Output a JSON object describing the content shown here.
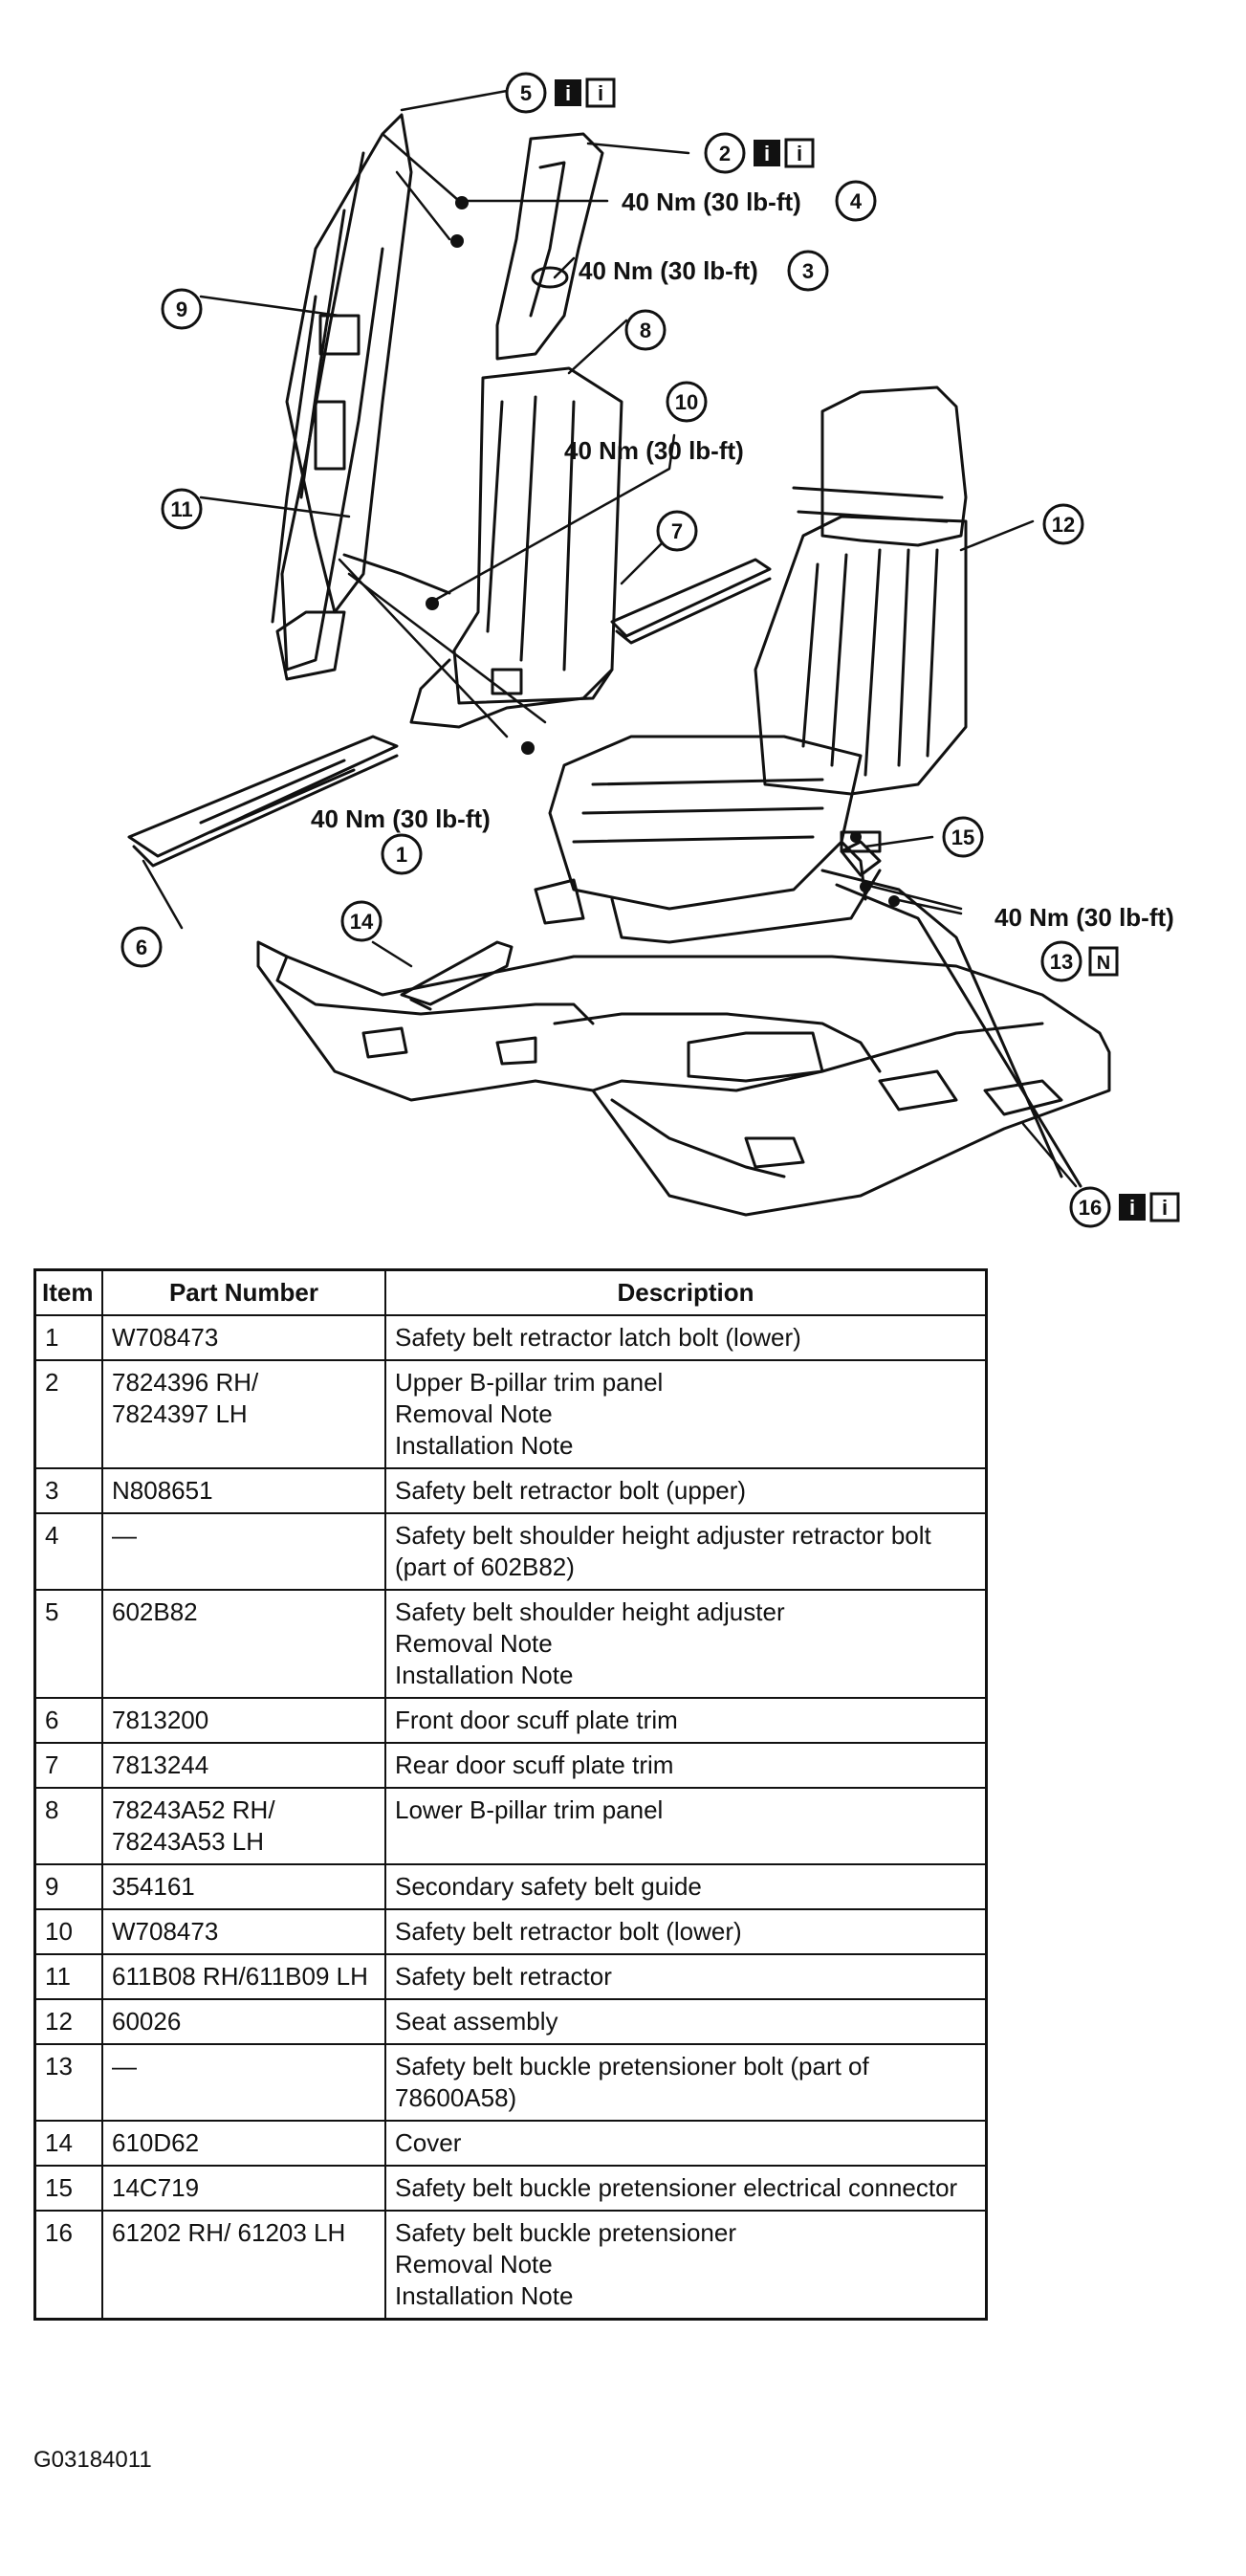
{
  "callouts": [
    {
      "num": "1",
      "torque": "40 Nm (30 lb-ft)"
    },
    {
      "num": "2",
      "info": true
    },
    {
      "num": "3",
      "torque": "40 Nm (30 lb-ft)"
    },
    {
      "num": "4",
      "torque": "40 Nm (30 lb-ft)"
    },
    {
      "num": "5",
      "info": true
    },
    {
      "num": "6"
    },
    {
      "num": "7"
    },
    {
      "num": "8"
    },
    {
      "num": "9"
    },
    {
      "num": "10",
      "torque": "40 Nm (30 lb-ft)"
    },
    {
      "num": "11"
    },
    {
      "num": "12"
    },
    {
      "num": "13",
      "torque": "40 Nm (30 lb-ft)",
      "note_badge": "N"
    },
    {
      "num": "14"
    },
    {
      "num": "15"
    },
    {
      "num": "16",
      "info": true
    }
  ],
  "info_badges": {
    "removal": "i",
    "installation": "i"
  },
  "table": {
    "headers": [
      "Item",
      "Part Number",
      "Description"
    ],
    "rows": [
      {
        "item": "1",
        "part": [
          "W708473"
        ],
        "desc": [
          "Safety belt retractor latch bolt (lower)"
        ]
      },
      {
        "item": "2",
        "part": [
          "7824396 RH/",
          "7824397 LH"
        ],
        "desc": [
          "Upper B-pillar trim panel",
          "Removal Note",
          "Installation Note"
        ]
      },
      {
        "item": "3",
        "part": [
          "N808651"
        ],
        "desc": [
          "Safety belt retractor bolt (upper)"
        ]
      },
      {
        "item": "4",
        "part": [
          "—"
        ],
        "desc": [
          "Safety belt shoulder height adjuster retractor bolt (part of 602B82)"
        ]
      },
      {
        "item": "5",
        "part": [
          "602B82"
        ],
        "desc": [
          "Safety belt shoulder height adjuster",
          "Removal Note",
          "Installation Note"
        ]
      },
      {
        "item": "6",
        "part": [
          "7813200"
        ],
        "desc": [
          "Front door scuff plate trim"
        ]
      },
      {
        "item": "7",
        "part": [
          "7813244"
        ],
        "desc": [
          "Rear door scuff plate trim"
        ]
      },
      {
        "item": "8",
        "part": [
          "78243A52 RH/",
          "78243A53 LH"
        ],
        "desc": [
          "Lower B-pillar trim panel"
        ]
      },
      {
        "item": "9",
        "part": [
          "354161"
        ],
        "desc": [
          "Secondary safety belt guide"
        ]
      },
      {
        "item": "10",
        "part": [
          "W708473"
        ],
        "desc": [
          "Safety belt retractor bolt (lower)"
        ]
      },
      {
        "item": "11",
        "part": [
          "611B08 RH/611B09 LH"
        ],
        "desc": [
          "Safety belt retractor"
        ]
      },
      {
        "item": "12",
        "part": [
          "60026"
        ],
        "desc": [
          "Seat assembly"
        ]
      },
      {
        "item": "13",
        "part": [
          "—"
        ],
        "desc": [
          "Safety belt buckle pretensioner bolt (part of 78600A58)"
        ]
      },
      {
        "item": "14",
        "part": [
          "610D62"
        ],
        "desc": [
          "Cover"
        ]
      },
      {
        "item": "15",
        "part": [
          "14C719"
        ],
        "desc": [
          "Safety belt buckle pretensioner electrical connector"
        ]
      },
      {
        "item": "16",
        "part": [
          "61202 RH/ 61203 LH"
        ],
        "desc": [
          "Safety belt buckle pretensioner",
          "Removal Note",
          "Installation Note"
        ]
      }
    ]
  },
  "figure_id": "G03184011"
}
